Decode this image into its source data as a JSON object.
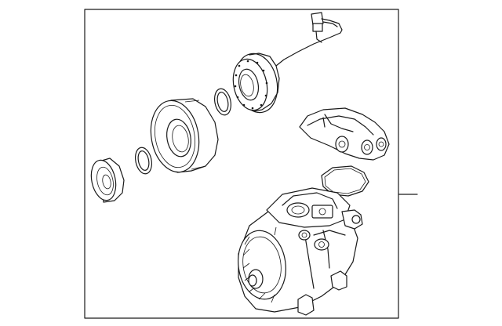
{
  "colors": {
    "line": "#1a1a1a",
    "background": "#ffffff"
  },
  "parts": [
    "clutch-connector-harness",
    "clutch-coil",
    "coil-snap-ring",
    "clutch-pulley",
    "pulley-snap-ring",
    "clutch-hub-plate",
    "rear-mount-bracket",
    "gasket",
    "compressor-body"
  ]
}
